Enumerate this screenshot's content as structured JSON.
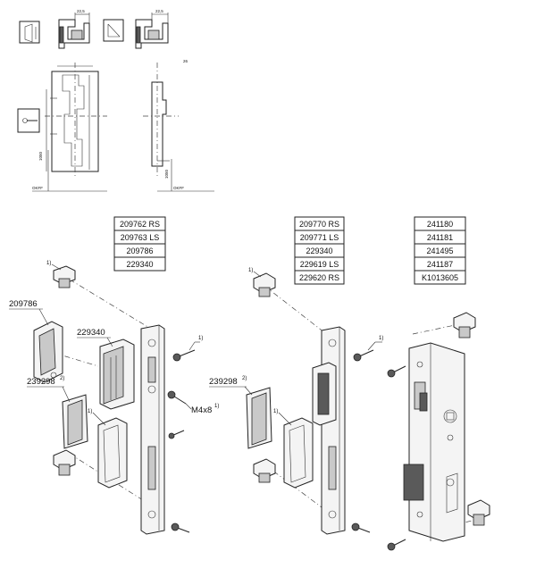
{
  "tables": [
    {
      "id": "a",
      "rows": [
        "209762 RS",
        "209763 LS",
        "209786",
        "229340"
      ]
    },
    {
      "id": "b",
      "rows": [
        "209770 RS",
        "209771 LS",
        "229340",
        "229619 LS",
        "229620 RS"
      ]
    },
    {
      "id": "c",
      "rows": [
        "241180",
        "241181",
        "241495",
        "241187",
        "K1013605"
      ]
    }
  ],
  "callouts": {
    "c209786": "209786",
    "c229340": "229340",
    "c239298_left": "239298",
    "c239298_right": "239298",
    "c_m4x8": "M4x8",
    "footnote_1": "1)",
    "footnote_2": "2)"
  },
  "drawing_text": {
    "dim_225_a": "22,5",
    "dim_225_b": "22,5",
    "dim_26": "26",
    "okff_left": "OKFF",
    "okff_right": "OKFF",
    "dim_1050_a": "1050",
    "dim_1050_b": "1050"
  }
}
